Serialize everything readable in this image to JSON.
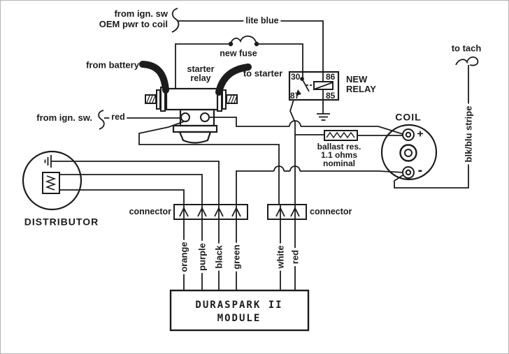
{
  "labels": {
    "ign_oem": [
      "from ign. sw",
      "OEM pwr to coil"
    ],
    "lite_blue": "lite blue",
    "new_fuse": "new fuse",
    "from_battery": "from battery",
    "starter_relay": [
      "starter",
      "relay"
    ],
    "to_starter": "to starter",
    "new_relay": [
      "NEW",
      "RELAY"
    ],
    "to_tach": "to tach",
    "from_ign_sw": "from ign. sw.",
    "red": "red",
    "coil": "COIL",
    "coil_plus": "+",
    "coil_minus": "-",
    "blk_blu_stripe": "blk/blu stripe",
    "ballast": [
      "ballast res.",
      "1.1 ohms",
      "nominal"
    ],
    "distributor": "DISTRIBUTOR",
    "connector_left": "connector",
    "connector_right": "connector",
    "module": [
      "DURASPARK II",
      "MODULE"
    ]
  },
  "relay_pins": {
    "p30": "30",
    "p86": "86",
    "p87": "87",
    "p85": "85"
  },
  "wire_colors": [
    "orange",
    "purple",
    "black",
    "green",
    "white",
    "red"
  ],
  "colors": {
    "ink": "#1c1c1c",
    "background": "#ffffff",
    "scan_border": "#b3b3b3"
  }
}
